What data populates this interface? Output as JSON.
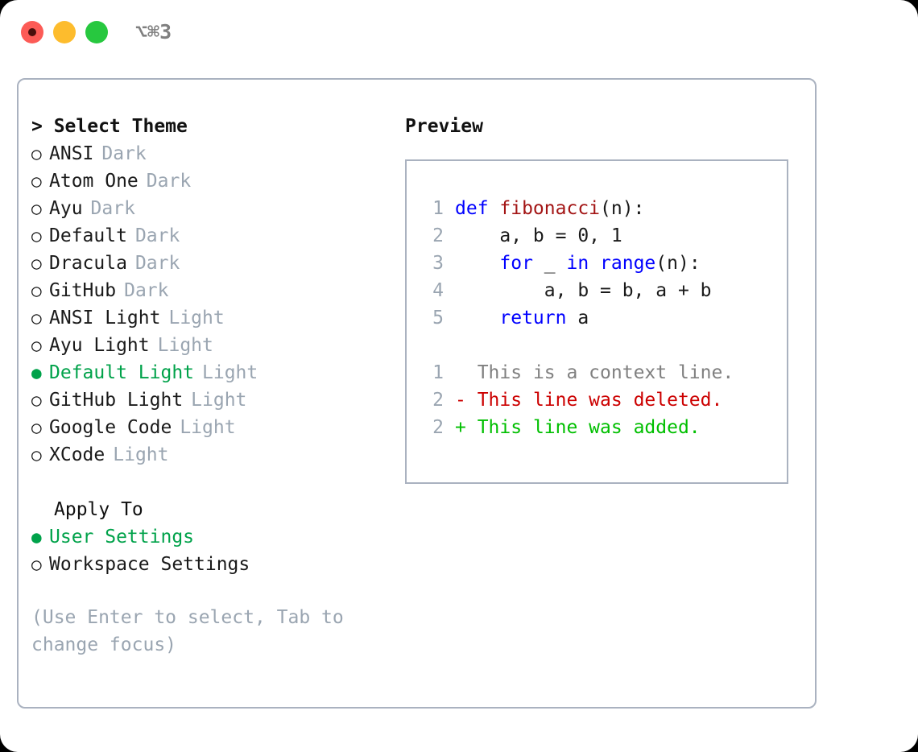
{
  "window": {
    "title": "⌥⌘3",
    "traffic_lights": [
      "close-red",
      "minimize-yellow",
      "maximize-green"
    ]
  },
  "theme_picker": {
    "heading": "> Select Theme",
    "bullet_selected": "●",
    "bullet_unselected": "○",
    "items": [
      {
        "label": "ANSI",
        "badge": "Dark",
        "selected": false
      },
      {
        "label": "Atom One",
        "badge": "Dark",
        "selected": false
      },
      {
        "label": "Ayu",
        "badge": "Dark",
        "selected": false
      },
      {
        "label": "Default",
        "badge": "Dark",
        "selected": false
      },
      {
        "label": "Dracula",
        "badge": "Dark",
        "selected": false
      },
      {
        "label": "GitHub",
        "badge": "Dark",
        "selected": false
      },
      {
        "label": "ANSI Light",
        "badge": "Light",
        "selected": false
      },
      {
        "label": "Ayu Light",
        "badge": "Light",
        "selected": false
      },
      {
        "label": "Default Light",
        "badge": "Light",
        "selected": true
      },
      {
        "label": "GitHub Light",
        "badge": "Light",
        "selected": false
      },
      {
        "label": "Google Code",
        "badge": "Light",
        "selected": false
      },
      {
        "label": "XCode",
        "badge": "Light",
        "selected": false
      }
    ]
  },
  "apply_to": {
    "heading": "Apply To",
    "items": [
      {
        "label": "User Settings",
        "selected": true
      },
      {
        "label": "Workspace Settings",
        "selected": false
      }
    ]
  },
  "hint": "(Use Enter to select, Tab to change focus)",
  "preview": {
    "heading": "Preview",
    "code_lines": [
      {
        "num": "1",
        "tokens": [
          {
            "t": "def ",
            "c": "kw"
          },
          {
            "t": "fibonacci",
            "c": "fn"
          },
          {
            "t": "(n):",
            "c": "code-text"
          }
        ]
      },
      {
        "num": "2",
        "tokens": [
          {
            "t": "    a, b = 0, 1",
            "c": "code-text"
          }
        ]
      },
      {
        "num": "3",
        "tokens": [
          {
            "t": "    ",
            "c": "code-text"
          },
          {
            "t": "for",
            "c": "kw"
          },
          {
            "t": " _ ",
            "c": "code-text"
          },
          {
            "t": "in",
            "c": "kw"
          },
          {
            "t": " ",
            "c": "code-text"
          },
          {
            "t": "range",
            "c": "kw"
          },
          {
            "t": "(n):",
            "c": "code-text"
          }
        ]
      },
      {
        "num": "4",
        "tokens": [
          {
            "t": "        a, b = b, a + b",
            "c": "code-text"
          }
        ]
      },
      {
        "num": "5",
        "tokens": [
          {
            "t": "    ",
            "c": "code-text"
          },
          {
            "t": "return",
            "c": "kw"
          },
          {
            "t": " a",
            "c": "code-text"
          }
        ]
      }
    ],
    "diff_lines": [
      {
        "num": "1",
        "marker": " ",
        "text": " This is a context line.",
        "kind": "diff-ctx"
      },
      {
        "num": "2",
        "marker": "-",
        "text": " This line was deleted.",
        "kind": "diff-del"
      },
      {
        "num": "2",
        "marker": "+",
        "text": " This line was added.",
        "kind": "diff-add"
      }
    ]
  },
  "colors": {
    "accent_green": "#00a24a",
    "muted_blue_gray": "#9aa5b1",
    "border": "#aab2c0",
    "keyword_blue": "#0000ff",
    "function_red": "#a31515",
    "diff_delete": "#cc0000",
    "diff_add": "#00bf00",
    "context_gray": "#808080"
  }
}
